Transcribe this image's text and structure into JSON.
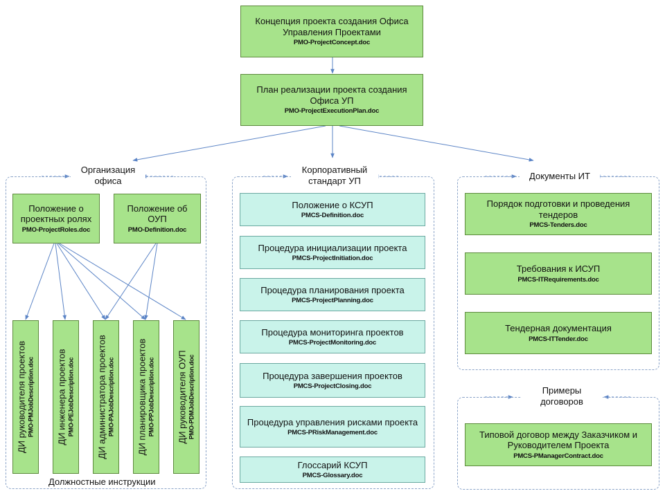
{
  "top": {
    "concept": {
      "title": "Концепция проекта создания Офиса Управления Проектами",
      "file": "PMO-ProjectConcept.doc"
    },
    "plan": {
      "title": "План реализации проекта создания Офиса УП",
      "file": "PMO-ProjectExecutionPlan.doc"
    }
  },
  "org": {
    "label": "Организация офиса",
    "roles": {
      "title": "Положение о проектных ролях",
      "file": "PMO-ProjectRoles.doc"
    },
    "oup": {
      "title": "Положение об ОУП",
      "file": "PMO-Definition.doc"
    },
    "jobs": [
      {
        "title": "ДИ руководителя проектов",
        "file": "PMO-PMJobDescription.doc"
      },
      {
        "title": "ДИ инженера проектов",
        "file": "PMO-PEJobDescription.doc"
      },
      {
        "title": "ДИ администратора проектов",
        "file": "PMO-PAJobDescription.doc"
      },
      {
        "title": "ДИ планировщика проектов",
        "file": "PMO-PPJobDescription.doc"
      },
      {
        "title": "ДИ руководителя ОУП",
        "file": "PMO-PDMJobDescription.doc"
      }
    ],
    "caption": "Должностные инструкции"
  },
  "std": {
    "label": "Корпоративный стандарт УП",
    "items": [
      {
        "title": "Положение о КСУП",
        "file": "PMCS-Definition.doc"
      },
      {
        "title": "Процедура инициализации проекта",
        "file": "PMCS-ProjectInitiation.doc"
      },
      {
        "title": "Процедура планирования проекта",
        "file": "PMCS-ProjectPlanning.doc"
      },
      {
        "title": "Процедура мониторинга проектов",
        "file": "PMCS-ProjectMonitoring.doc"
      },
      {
        "title": "Процедура завершения проектов",
        "file": "PMCS-ProjectClosing.doc"
      },
      {
        "title": "Процедура управления рисками проекта",
        "file": "PMCS-PRiskManagement.doc"
      },
      {
        "title": "Глоссарий КСУП",
        "file": "PMCS-Glossary.doc"
      }
    ]
  },
  "it": {
    "label": "Документы ИТ",
    "items": [
      {
        "title": "Порядок подготовки и проведения тендеров",
        "file": "PMCS-Tenders.doc"
      },
      {
        "title": "Требования к ИСУП",
        "file": "PMCS-ITRequirements.doc"
      },
      {
        "title": "Тендерная документация",
        "file": "PMCS-ITTender.doc"
      }
    ]
  },
  "contracts": {
    "label": "Примеры договоров",
    "item": {
      "title": "Типовой договор между Заказчиком и Руководителем Проекта",
      "file": "PMCS-PManagerContract.doc"
    }
  },
  "colors": {
    "box_green": "#a7e38b",
    "box_cyan": "#c9f3ea",
    "arrow": "#5b84c6"
  }
}
